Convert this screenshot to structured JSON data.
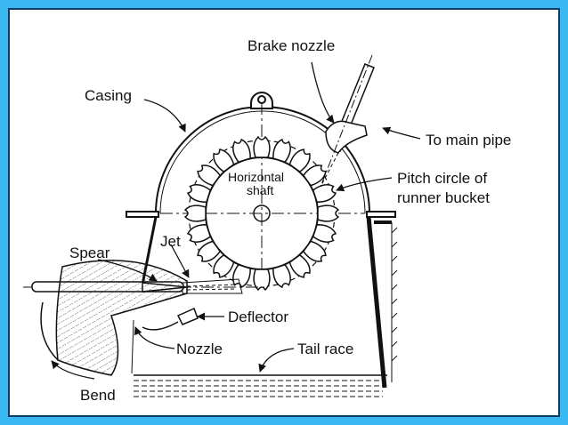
{
  "title": "",
  "labels": {
    "brake_nozzle": "Brake nozzle",
    "casing": "Casing",
    "to_main_pipe": "To main pipe",
    "horizontal": "Horizontal",
    "shaft": "shaft",
    "pitch_circle_line1": "Pitch circle of",
    "pitch_circle_line2": "runner bucket",
    "spear": "Spear",
    "jet": "Jet",
    "deflector": "Deflector",
    "nozzle": "Nozzle",
    "tail_race": "Tail race",
    "bend": "Bend"
  },
  "colors": {
    "frame_blue": "#39b8f2",
    "frame_dark": "#0d3b66",
    "ink": "#111111"
  }
}
